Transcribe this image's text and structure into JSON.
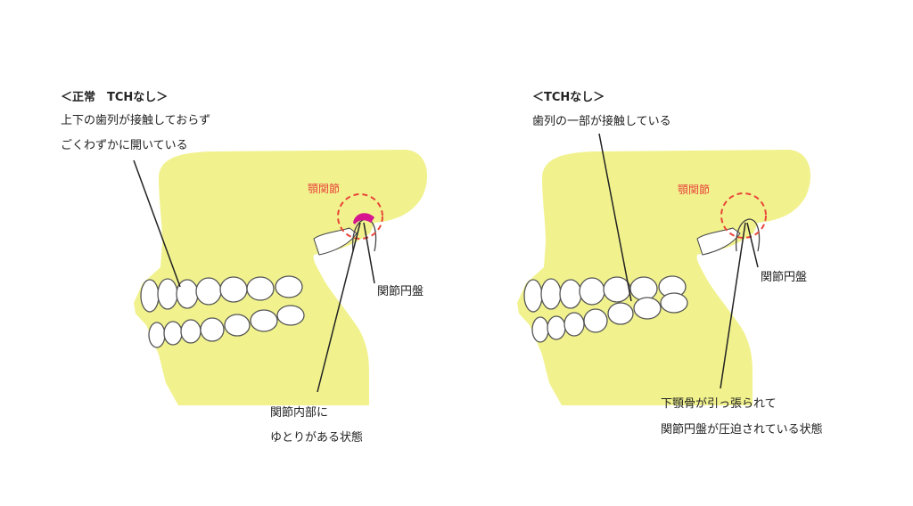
{
  "panels": [
    {
      "title": "＜正常　TCHなし＞",
      "desc_lines": [
        "上下の歯列が接触しておらず",
        "ごくわずかに開いている"
      ],
      "joint_label": "顎関節",
      "disc_label": "関節円盤",
      "bottom_lines": [
        "関節内部に",
        "ゆとりがある状態"
      ]
    },
    {
      "title": "＜TCHなし＞",
      "desc_lines": [
        "歯列の一部が接触している"
      ],
      "joint_label": "顎関節",
      "disc_label": "関節円盤",
      "bottom_lines": [
        "下顎骨が引っ張られて",
        "関節円盤が圧迫されている状態"
      ]
    }
  ],
  "colors": {
    "skull": "#f1f28e",
    "joint_circle": "#e8463a",
    "disc": "#d6158f",
    "line": "#222222",
    "tooth_stroke": "#555555"
  }
}
